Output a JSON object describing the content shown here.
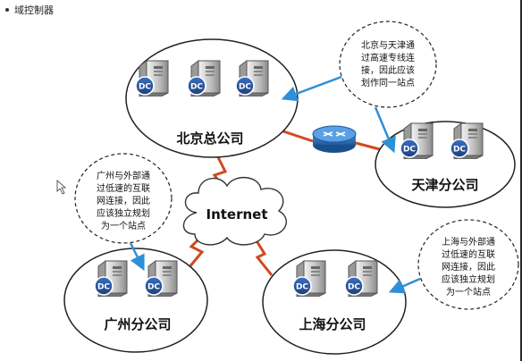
{
  "header": {
    "title": "域控制器"
  },
  "sites": {
    "beijing": {
      "name": "北京总公司"
    },
    "tianjin": {
      "name": "天津分公司"
    },
    "guangzhou": {
      "name": "广州分公司"
    },
    "shanghai": {
      "name": "上海分公司"
    }
  },
  "cloud": {
    "label": "Internet"
  },
  "server_label": "DC",
  "notes": {
    "tianjin": [
      "北京与天津通",
      "过高速专线连",
      "接，因此应该",
      "划作同一站点"
    ],
    "guangzhou": [
      "广州与外部通",
      "过低速的互联",
      "网连接，因此",
      "应该独立规划",
      "为一个站点"
    ],
    "shanghai": [
      "上海与外部通",
      "过低速的互联",
      "网连接，因此",
      "应该独立规划",
      "为一个站点"
    ]
  },
  "colors": {
    "link": "#d04a1e",
    "arrow": "#2f8fd6",
    "router": "#2b6fb5"
  }
}
